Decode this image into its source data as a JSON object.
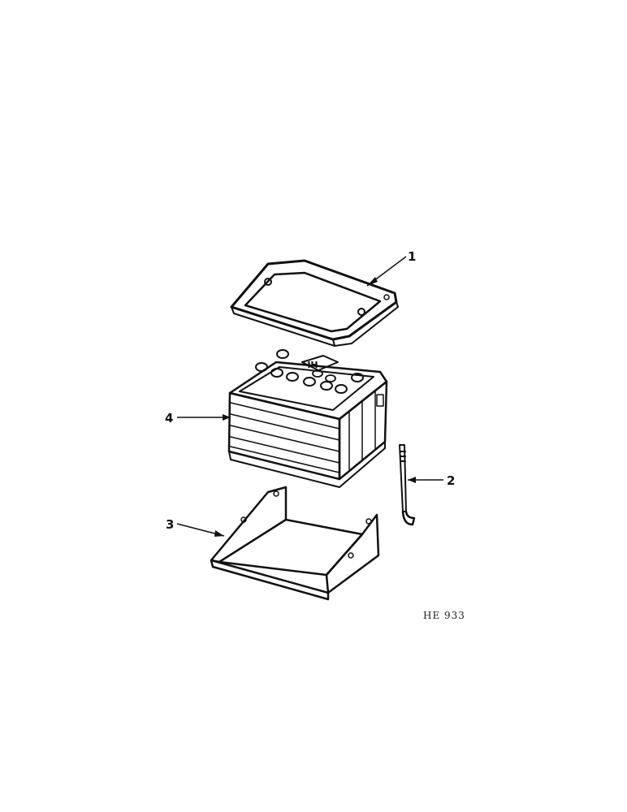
{
  "diagram": {
    "callouts": {
      "hold_down_frame": "1",
      "hold_down_bolt": "2",
      "battery_tray": "3",
      "battery": "4"
    },
    "reference_code": "HE 933",
    "battery_logo_text": "IH"
  }
}
